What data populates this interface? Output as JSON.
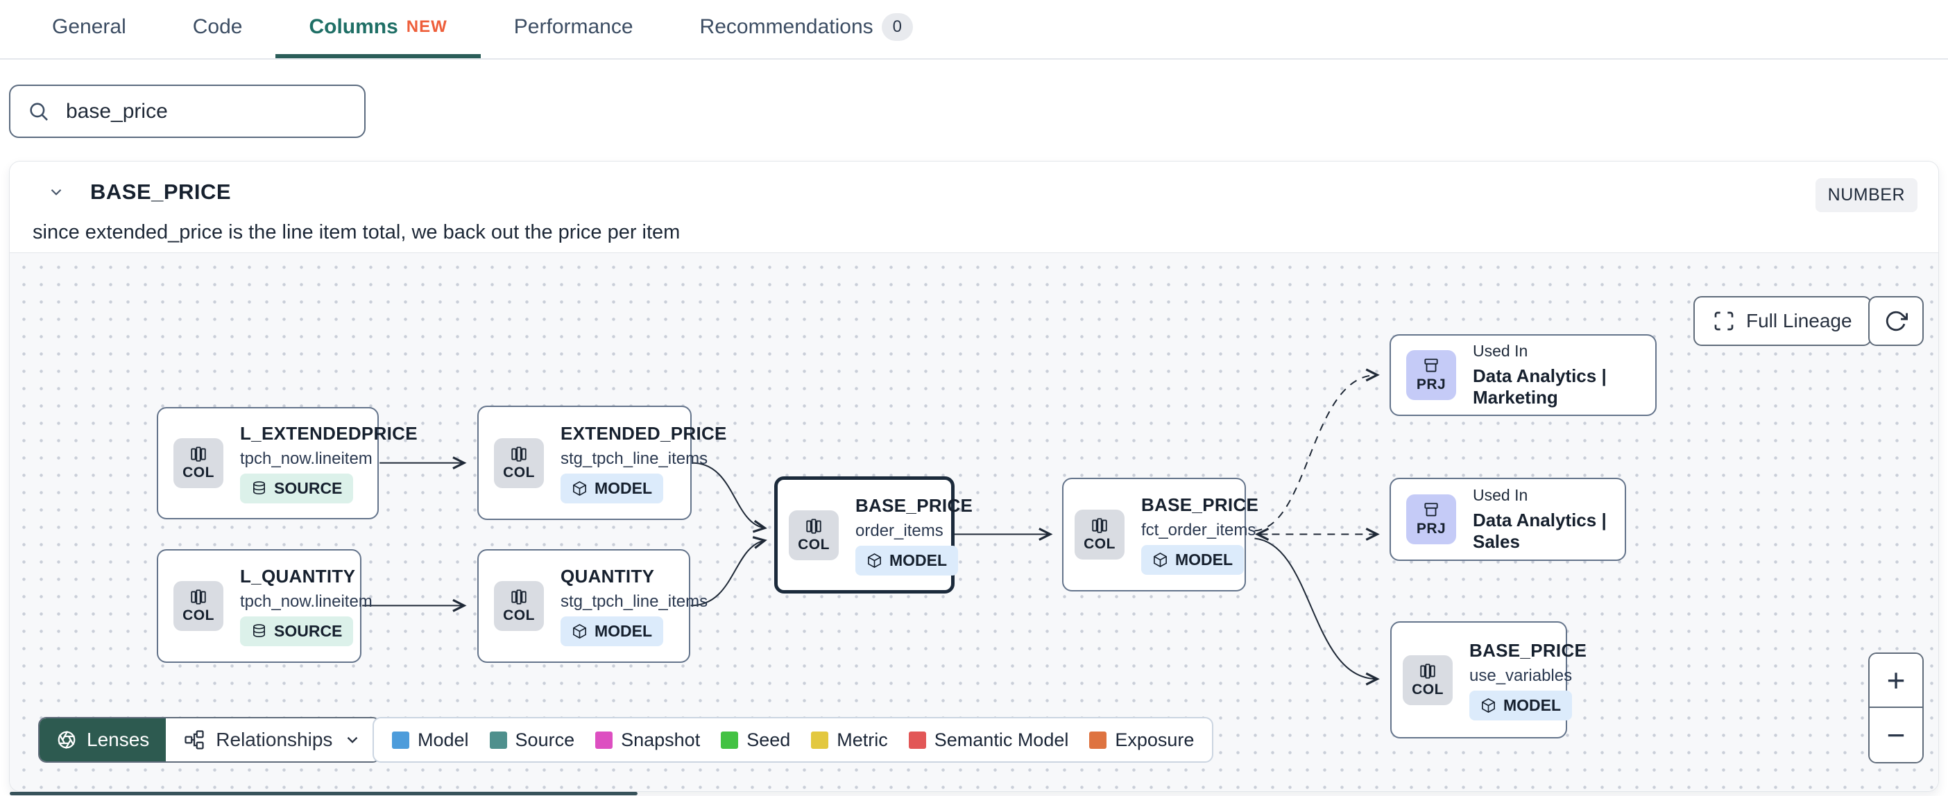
{
  "tabs": {
    "items": [
      {
        "label": "General"
      },
      {
        "label": "Code"
      },
      {
        "label": "Columns",
        "badge_new": "NEW"
      },
      {
        "label": "Performance"
      },
      {
        "label": "Recommendations",
        "badge_count": "0"
      }
    ]
  },
  "search": {
    "value": "base_price"
  },
  "column_panel": {
    "name": "BASE_PRICE",
    "type_badge": "NUMBER",
    "description": "since extended_price is the line item total, we back out the price per item"
  },
  "lineage": {
    "controls": {
      "full_lineage_label": "Full Lineage",
      "zoom_in": "+",
      "zoom_out": "−"
    },
    "nodes": [
      {
        "kind": "COL",
        "title": "L_EXTENDEDPRICE",
        "subtitle": "tpch_now.lineitem",
        "badge": "SOURCE"
      },
      {
        "kind": "COL",
        "title": "EXTENDED_PRICE",
        "subtitle": "stg_tpch_line_items",
        "badge": "MODEL"
      },
      {
        "kind": "COL",
        "title": "L_QUANTITY",
        "subtitle": "tpch_now.lineitem",
        "badge": "SOURCE"
      },
      {
        "kind": "COL",
        "title": "QUANTITY",
        "subtitle": "stg_tpch_line_items",
        "badge": "MODEL"
      },
      {
        "kind": "COL",
        "title": "BASE_PRICE",
        "subtitle": "order_items",
        "badge": "MODEL"
      },
      {
        "kind": "COL",
        "title": "BASE_PRICE",
        "subtitle": "fct_order_items",
        "badge": "MODEL"
      },
      {
        "kind": "PRJ",
        "title": "Used In",
        "subtitle": "Data Analytics | Marketing"
      },
      {
        "kind": "PRJ",
        "title": "Used In",
        "subtitle": "Data Analytics | Sales"
      },
      {
        "kind": "COL",
        "title": "BASE_PRICE",
        "subtitle": "use_variables",
        "badge": "MODEL"
      }
    ],
    "footer": {
      "lenses_label": "Lenses",
      "relationships_label": "Relationships",
      "legend": [
        {
          "label": "Model",
          "color": "#4D9CDB"
        },
        {
          "label": "Source",
          "color": "#4F908D"
        },
        {
          "label": "Snapshot",
          "color": "#DD4FC1"
        },
        {
          "label": "Seed",
          "color": "#43C243"
        },
        {
          "label": "Metric",
          "color": "#E3C83F"
        },
        {
          "label": "Semantic Model",
          "color": "#E25757"
        },
        {
          "label": "Exposure",
          "color": "#DE7340"
        }
      ]
    }
  }
}
